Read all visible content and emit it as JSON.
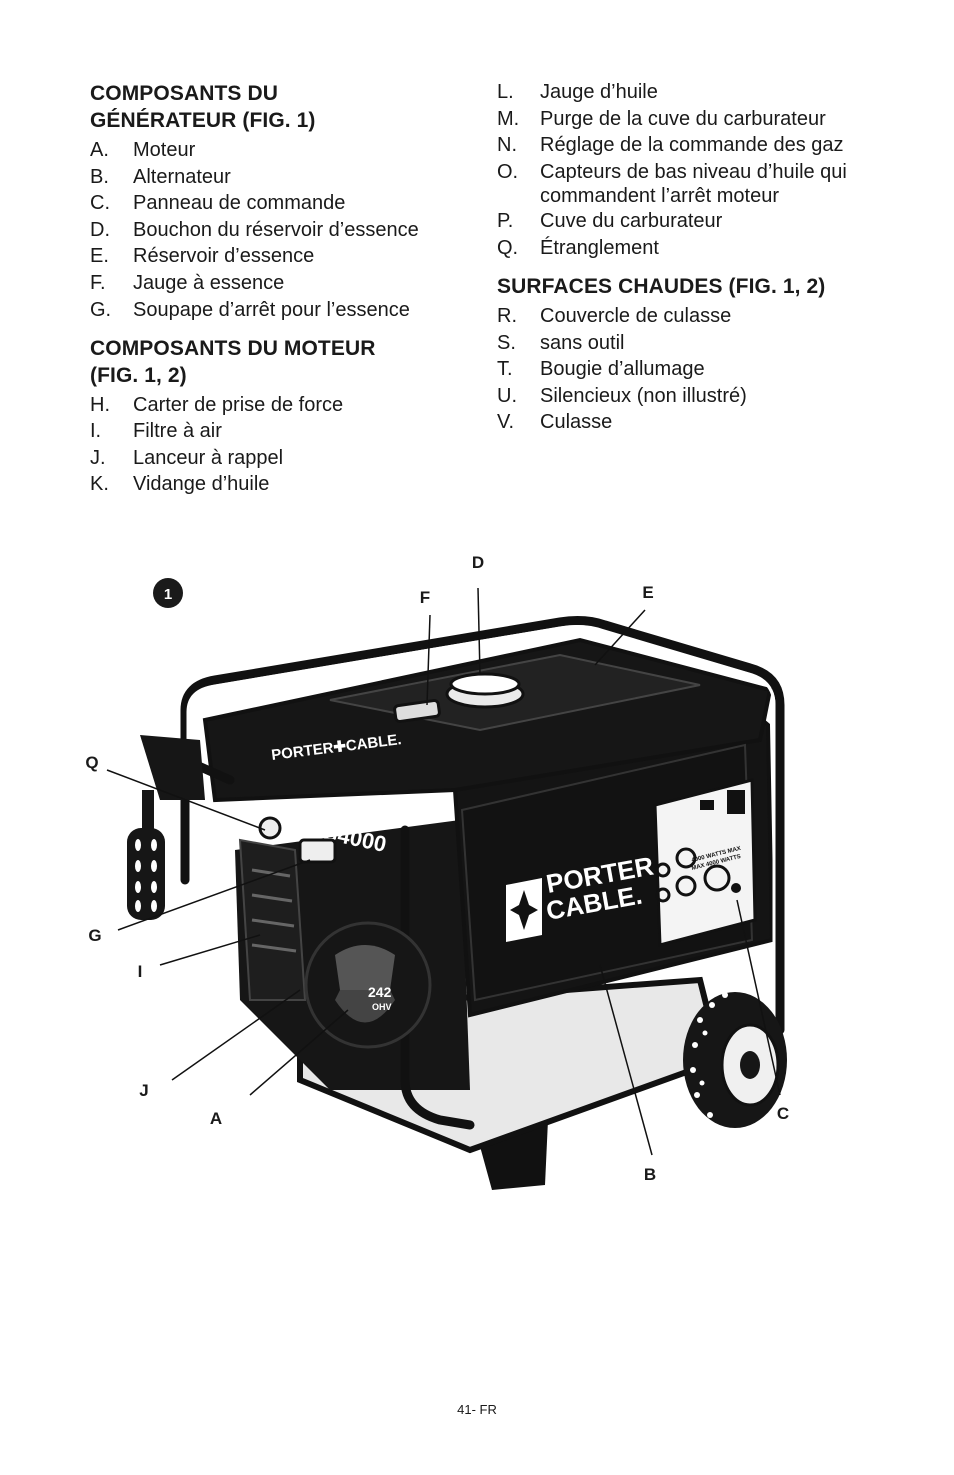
{
  "sections": {
    "generator": {
      "title_line1": "COMPOSANTS DU",
      "title_line2": "GÉNÉRATEUR (FIG. 1)",
      "items": [
        {
          "letter": "A.",
          "text": "Moteur"
        },
        {
          "letter": "B.",
          "text": "Alternateur"
        },
        {
          "letter": "C.",
          "text": "Panneau de commande"
        },
        {
          "letter": "D.",
          "text": "Bouchon du réservoir d’essence"
        },
        {
          "letter": "E.",
          "text": "Réservoir d’essence"
        },
        {
          "letter": "F.",
          "text": "Jauge à essence"
        },
        {
          "letter": "G.",
          "text": "Soupape d’arrêt pour l’essence"
        }
      ]
    },
    "engine": {
      "title_line1": "COMPOSANTS DU MOTEUR",
      "title_line2": "(FIG. 1, 2)",
      "items": [
        {
          "letter": "H.",
          "text": "Carter de prise de force"
        },
        {
          "letter": "I.",
          "text": "Filtre à air"
        },
        {
          "letter": "J.",
          "text": "Lanceur à rappel"
        },
        {
          "letter": "K.",
          "text": "Vidange d’huile"
        },
        {
          "letter": "L.",
          "text": "Jauge d’huile"
        },
        {
          "letter": "M.",
          "text": "Purge de la cuve du carburateur"
        },
        {
          "letter": "N.",
          "text": "Réglage de la commande des gaz"
        },
        {
          "letter": "O.",
          "text": "Capteurs de bas niveau d’huile qui commandent l’arrêt moteur"
        },
        {
          "letter": "P.",
          "text": "Cuve du carburateur"
        },
        {
          "letter": "Q.",
          "text": "Étranglement"
        }
      ]
    },
    "hot": {
      "title": "SURFACES CHAUDES (FIG. 1, 2)",
      "items": [
        {
          "letter": "R.",
          "text": "Couvercle de culasse"
        },
        {
          "letter": "S.",
          "text": "sans outil"
        },
        {
          "letter": "T.",
          "text": "Bougie d’allumage"
        },
        {
          "letter": "U.",
          "text": "Silencieux (non illustré)"
        },
        {
          "letter": "V.",
          "text": "Culasse"
        }
      ]
    }
  },
  "figure": {
    "number": "1",
    "callouts": {
      "A": "A",
      "B": "B",
      "C": "C",
      "D": "D",
      "E": "E",
      "F": "F",
      "G": "G",
      "I": "I",
      "J": "J",
      "Q": "Q"
    },
    "labels": {
      "brand_top": "PORTER✚CABLE.",
      "model": "PCG4000",
      "panel_line1": "PORTER",
      "panel_line2": "CABLE.",
      "engine_cc": "242",
      "engine_ohv": "OHV",
      "panel_rating1": "4000 WATTS MAX",
      "panel_rating2": "MAX 4000 WATTS"
    }
  },
  "footer": {
    "page": "41- FR"
  }
}
